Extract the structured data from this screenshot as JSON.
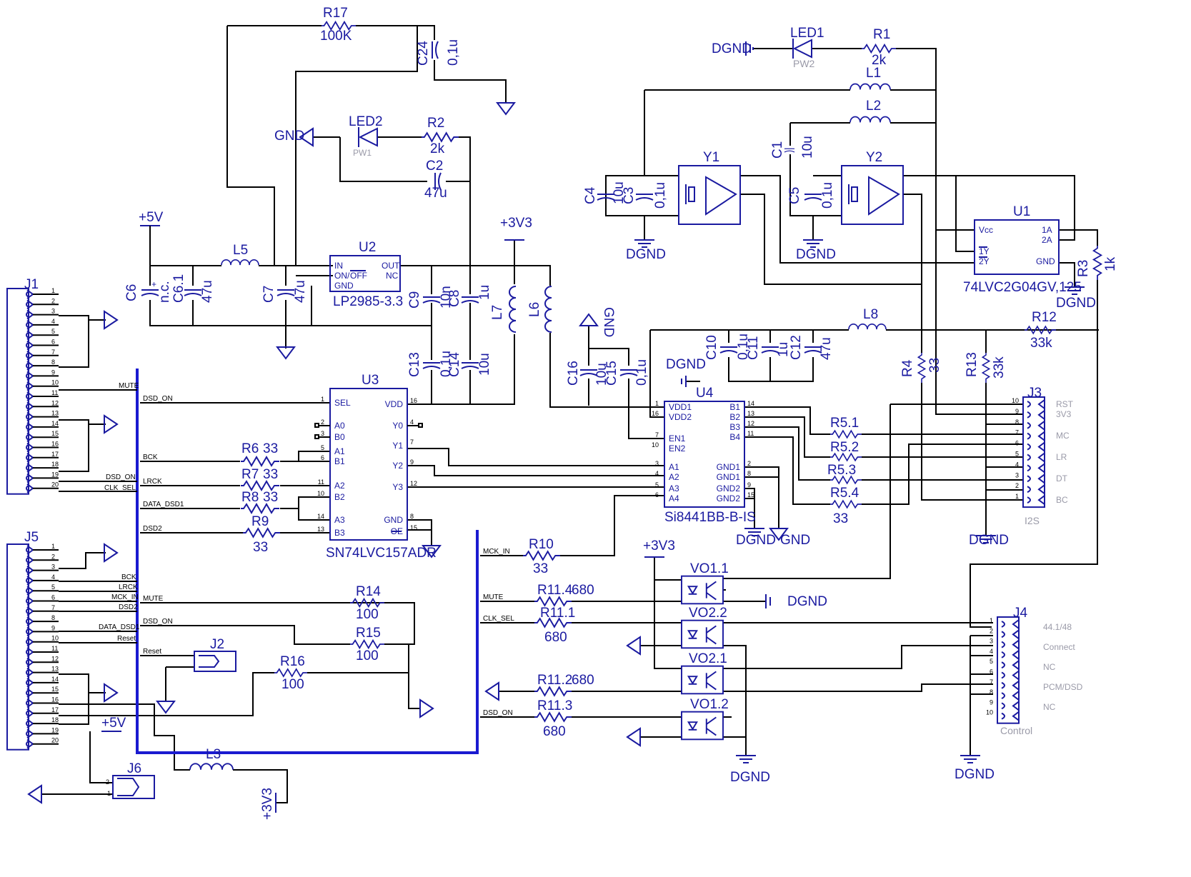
{
  "parts": {
    "r17": {
      "ref": "R17",
      "val": "100K"
    },
    "c24": {
      "ref": "C24",
      "val": "0,1u"
    },
    "led2": {
      "ref": "LED2",
      "val": "PW1"
    },
    "r2": {
      "ref": "R2",
      "val": "2k"
    },
    "c2": {
      "ref": "C2",
      "val": "47u"
    },
    "led1": {
      "ref": "LED1",
      "val": "PW2"
    },
    "r1": {
      "ref": "R1",
      "val": "2k"
    },
    "l1": {
      "ref": "L1"
    },
    "l2": {
      "ref": "L2"
    },
    "l3": {
      "ref": "L3"
    },
    "l5": {
      "ref": "L5"
    },
    "l6": {
      "ref": "L6"
    },
    "l7": {
      "ref": "L7"
    },
    "l8": {
      "ref": "L8"
    },
    "c1": {
      "ref": "C1",
      "val": "10u"
    },
    "c3": {
      "ref": "C3",
      "val": "0,1u"
    },
    "c4": {
      "ref": "C4",
      "val": "10u"
    },
    "c5": {
      "ref": "C5",
      "val": "0,1u"
    },
    "c6": {
      "ref": "C6",
      "val": "n.c."
    },
    "c61": {
      "ref": "C6.1",
      "val": "47u"
    },
    "c7": {
      "ref": "C7",
      "val": "47u"
    },
    "c8": {
      "ref": "C8",
      "val": "1u"
    },
    "c9": {
      "ref": "C9",
      "val": "10n"
    },
    "c10": {
      "ref": "C10",
      "val": "0,1u"
    },
    "c11": {
      "ref": "C11",
      "val": "1u"
    },
    "c12": {
      "ref": "C12",
      "val": "47u"
    },
    "c13": {
      "ref": "C13",
      "val": "0,1u"
    },
    "c14": {
      "ref": "C14",
      "val": "10u"
    },
    "c15": {
      "ref": "C15",
      "val": "0,1u"
    },
    "c16": {
      "ref": "C16",
      "val": "10u"
    },
    "r3": {
      "ref": "R3",
      "val": "1k"
    },
    "r4": {
      "ref": "R4",
      "val": "33"
    },
    "r6": {
      "ref": "R6",
      "val": "33"
    },
    "r7": {
      "ref": "R7",
      "val": "33"
    },
    "r8": {
      "ref": "R8",
      "val": "33"
    },
    "r9": {
      "ref": "R9",
      "val": "33"
    },
    "r10": {
      "ref": "R10",
      "val": "33"
    },
    "r12": {
      "ref": "R12",
      "val": "33k"
    },
    "r13": {
      "ref": "R13",
      "val": "33k"
    },
    "r14": {
      "ref": "R14",
      "val": "100"
    },
    "r15": {
      "ref": "R15",
      "val": "100"
    },
    "r16": {
      "ref": "R16",
      "val": "100"
    },
    "r51": {
      "ref": "R5.1"
    },
    "r52": {
      "ref": "R5.2"
    },
    "r53": {
      "ref": "R5.3"
    },
    "r54": {
      "ref": "R5.4",
      "val": "33"
    },
    "r111": {
      "ref": "R11.1",
      "val": "680"
    },
    "r112": {
      "ref": "R11.2",
      "val": "680"
    },
    "r113": {
      "ref": "R11.3",
      "val": "680"
    },
    "r114": {
      "ref": "R11.4",
      "val": "680"
    },
    "y1": {
      "ref": "Y1"
    },
    "y2": {
      "ref": "Y2"
    },
    "vo11": {
      "ref": "VO1.1"
    },
    "vo12": {
      "ref": "VO1.2"
    },
    "vo21": {
      "ref": "VO2.1"
    },
    "vo22": {
      "ref": "VO2.2"
    }
  },
  "ics": {
    "u1": {
      "ref": "U1",
      "type": "74LVC2G04GV,125",
      "pins": [
        "Vcc",
        "1Y",
        "2Y",
        "1A",
        "2A",
        "GND"
      ]
    },
    "u2": {
      "ref": "U2",
      "type": "LP2985-3.3",
      "pins": [
        "IN",
        "ON/",
        "OFF",
        "GND",
        "OUT",
        "NC"
      ]
    },
    "u3": {
      "ref": "U3",
      "type": "SN74LVC157ADR",
      "left": [
        "SEL",
        "A0",
        "B0",
        "A1",
        "B1",
        "A2",
        "B2",
        "A3",
        "B3"
      ],
      "left_nums": [
        "1",
        "2",
        "3",
        "5",
        "6",
        "11",
        "10",
        "14",
        "13"
      ],
      "right": [
        "VDD",
        "Y0",
        "Y1",
        "Y2",
        "Y3",
        "GND",
        "OE"
      ],
      "right_nums": [
        "16",
        "4",
        "7",
        "9",
        "12",
        "8",
        "15"
      ]
    },
    "u4": {
      "ref": "U4",
      "type": "Si8441BB-B-IS",
      "left": [
        "VDD1",
        "VDD2",
        "EN1",
        "EN2",
        "A1",
        "A2",
        "A3",
        "A4"
      ],
      "left_nums": [
        "1",
        "16",
        "7",
        "10",
        "3",
        "4",
        "5",
        "6"
      ],
      "right": [
        "B1",
        "B2",
        "B3",
        "B4",
        "GND1",
        "GND1",
        "GND2",
        "GND2"
      ],
      "right_nums": [
        "14",
        "13",
        "12",
        "11",
        "2",
        "8",
        "9",
        "15"
      ]
    }
  },
  "connectors": {
    "j1": {
      "ref": "J1"
    },
    "j2": {
      "ref": "J2"
    },
    "j3": {
      "ref": "J3",
      "name": "I2S",
      "nums": [
        "10",
        "9",
        "8",
        "7",
        "6",
        "5",
        "4",
        "3",
        "2",
        "1"
      ],
      "labels": [
        "RST",
        "3V3",
        "MC",
        "LR",
        "DT",
        "BC"
      ]
    },
    "j4": {
      "ref": "J4",
      "name": "Control",
      "nums": [
        "1",
        "2",
        "3",
        "4",
        "5",
        "6",
        "7",
        "8",
        "9",
        "10"
      ],
      "labels": [
        "44.1/48",
        "Connect",
        "NC",
        "PCM/DSD",
        "NC"
      ]
    },
    "j5": {
      "ref": "J5"
    },
    "j6": {
      "ref": "J6",
      "nums": [
        "2",
        "1"
      ]
    }
  },
  "header_nums": [
    "1",
    "2",
    "3",
    "4",
    "5",
    "6",
    "7",
    "8",
    "9",
    "10",
    "11",
    "12",
    "13",
    "14",
    "15",
    "16",
    "17",
    "18",
    "19",
    "20"
  ],
  "power": {
    "v5": "+5V",
    "v33": "+3V3",
    "gnd": "GND",
    "dgnd": "DGND"
  },
  "nets": {
    "mute": "MUTE",
    "dsd_on": "DSD_ON",
    "bck": "BCK",
    "lrck": "LRCK",
    "data_dsd1": "DATA_DSD1",
    "dsd2": "DSD2",
    "mck_in": "MCK_IN",
    "reset": "Reset",
    "clk_sel": "CLK_SEL",
    "dsd_on_j1": "DSD_ON"
  },
  "net_labels_j1": [
    "MUTE",
    "DSD_ON",
    "CLK_SEL"
  ],
  "net_labels_j5": [
    "BCK",
    "LRCK",
    "MCK_IN",
    "DSD2",
    "DATA_DSD1",
    "Reset"
  ]
}
